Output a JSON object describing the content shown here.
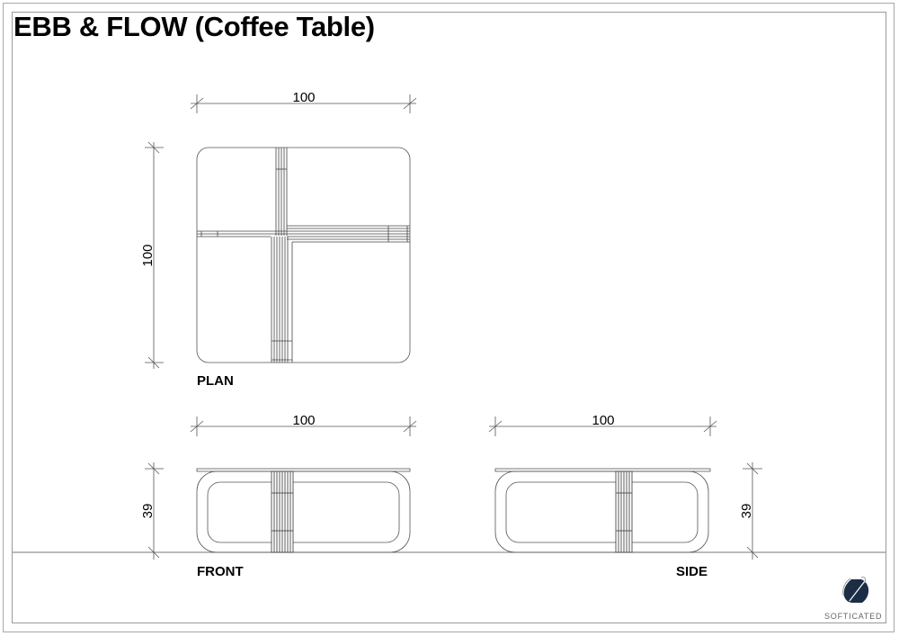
{
  "title": "EBB & FLOW (Coffee Table)",
  "views": {
    "plan": {
      "label": "PLAN",
      "width_dim": "100",
      "depth_dim": "100"
    },
    "front": {
      "label": "FRONT",
      "width_dim": "100",
      "height_dim": "39"
    },
    "side": {
      "label": "SIDE",
      "width_dim": "100",
      "height_dim": "39"
    }
  },
  "logo": {
    "text": "SOFTICATED",
    "icon": "softicated-logo-icon"
  },
  "colors": {
    "line": "#333333",
    "dim_line": "#555555",
    "logo": "#1c2e45",
    "frame": "#a0a0a0"
  }
}
